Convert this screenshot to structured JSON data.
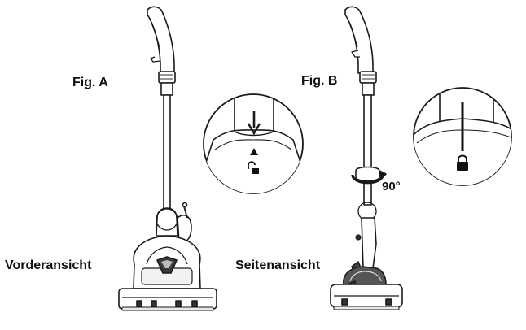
{
  "figure_a": {
    "label": "Fig. A",
    "view_caption": "Vorderansicht",
    "detail_icon": "unlocked-padlock-icon"
  },
  "figure_b": {
    "label": "Fig. B",
    "view_caption": "Seitenansicht",
    "rotation_label": "90°",
    "detail_icon": "locked-padlock-icon"
  }
}
